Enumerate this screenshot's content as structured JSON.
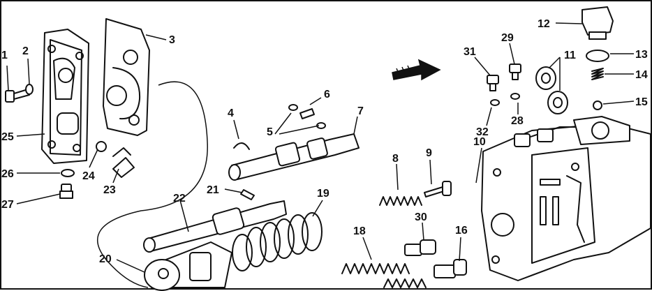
{
  "diagram": {
    "callouts": [
      {
        "id": "c1",
        "text": "1"
      },
      {
        "id": "c2",
        "text": "2"
      },
      {
        "id": "c3",
        "text": "3"
      },
      {
        "id": "c4",
        "text": "4"
      },
      {
        "id": "c5",
        "text": "5"
      },
      {
        "id": "c6",
        "text": "6"
      },
      {
        "id": "c7",
        "text": "7"
      },
      {
        "id": "c8",
        "text": "8"
      },
      {
        "id": "c9",
        "text": "9"
      },
      {
        "id": "c10",
        "text": "10"
      },
      {
        "id": "c11",
        "text": "11"
      },
      {
        "id": "c12",
        "text": "12"
      },
      {
        "id": "c13",
        "text": "13"
      },
      {
        "id": "c14",
        "text": "14"
      },
      {
        "id": "c15",
        "text": "15"
      },
      {
        "id": "c16",
        "text": "16"
      },
      {
        "id": "c18",
        "text": "18"
      },
      {
        "id": "c19",
        "text": "19"
      },
      {
        "id": "c20",
        "text": "20"
      },
      {
        "id": "c21",
        "text": "21"
      },
      {
        "id": "c22",
        "text": "22"
      },
      {
        "id": "c23",
        "text": "23"
      },
      {
        "id": "c24",
        "text": "24"
      },
      {
        "id": "c25",
        "text": "25"
      },
      {
        "id": "c26",
        "text": "26"
      },
      {
        "id": "c27",
        "text": "27"
      },
      {
        "id": "c28",
        "text": "28"
      },
      {
        "id": "c29",
        "text": "29"
      },
      {
        "id": "c30",
        "text": "30"
      },
      {
        "id": "c31",
        "text": "31"
      },
      {
        "id": "c32",
        "text": "32"
      }
    ],
    "colors": {
      "ink": "#111111",
      "paper": "#ffffff"
    }
  }
}
